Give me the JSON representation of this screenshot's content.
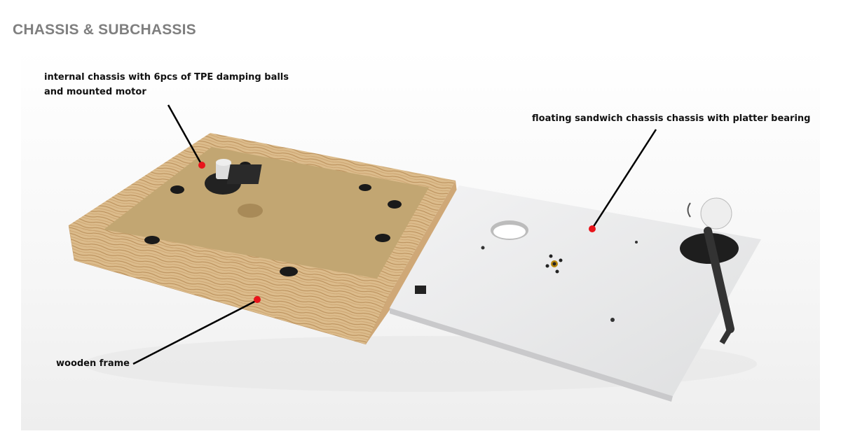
{
  "title": "CHASSIS & SUBCHASSIS",
  "annotations": [
    {
      "text": "internal chassis with 6pcs of TPE damping balls and mounted motor"
    },
    {
      "text": "floating sandwich chassis chassis with platter bearing"
    },
    {
      "text": "wooden frame"
    }
  ],
  "colors": {
    "marker": "#e8141b",
    "title": "#7f7f7f",
    "wood": "#d9b98a",
    "inner": "#c2a672",
    "plate": "#e9e9ea"
  }
}
